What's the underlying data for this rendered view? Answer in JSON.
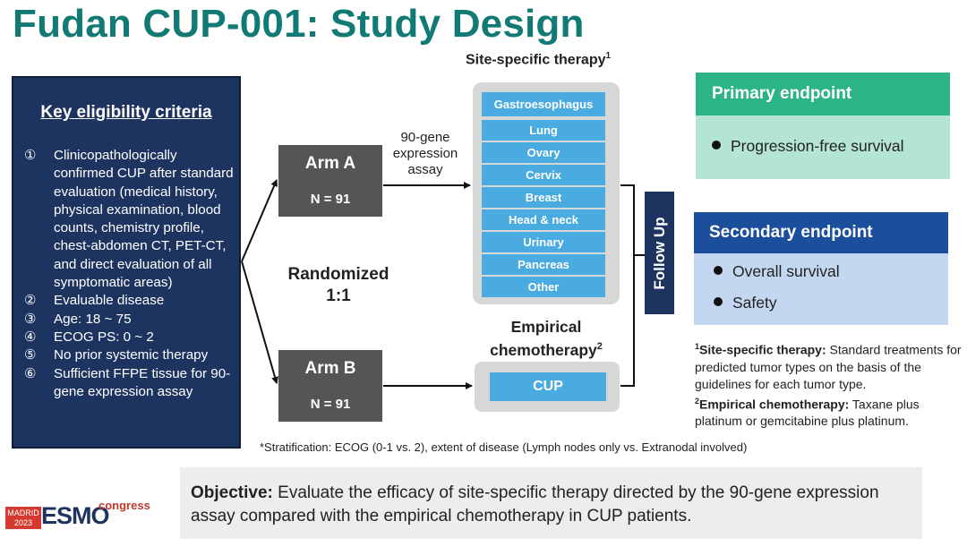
{
  "title": "Fudan CUP-001: Study Design",
  "eligibility": {
    "heading": "Key eligibility criteria",
    "criteria": [
      {
        "num": "①",
        "text": "Clinicopathologically confirmed CUP after standard evaluation (medical history, physical examination, blood counts, chemistry profile, chest-abdomen CT, PET-CT, and direct evaluation of all symptomatic areas)"
      },
      {
        "num": "②",
        "text": "Evaluable disease"
      },
      {
        "num": "③",
        "text": "Age: 18 ~ 75"
      },
      {
        "num": "④",
        "text": "ECOG PS: 0 ~ 2"
      },
      {
        "num": "⑤",
        "text": "No prior systemic therapy"
      },
      {
        "num": "⑥",
        "text": "Sufficient FFPE tissue for 90-gene expression assay"
      }
    ]
  },
  "randomized": {
    "line1": "Randomized",
    "line2": "1:1"
  },
  "arm_a": {
    "name": "Arm A",
    "n": "N = 91"
  },
  "arm_b": {
    "name": "Arm B",
    "n": "N = 91"
  },
  "assay_label": "90-gene expression assay",
  "site_specific": {
    "title": "Site-specific therapy",
    "sup": "1",
    "items": [
      "Gastroesophagus",
      "Lung",
      "Ovary",
      "Cervix",
      "Breast",
      "Head & neck",
      "Urinary",
      "Pancreas",
      "Other"
    ]
  },
  "empirical": {
    "title": "Empirical chemotherapy",
    "sup": "2",
    "item": "CUP"
  },
  "follow_up": "Follow Up",
  "primary_endpoint": {
    "heading": "Primary endpoint",
    "items": [
      "Progression-free survival"
    ]
  },
  "secondary_endpoint": {
    "heading": "Secondary endpoint",
    "items": [
      "Overall survival",
      "Safety"
    ]
  },
  "footnotes": [
    {
      "sup": "1",
      "term": "Site-specific therapy:",
      "text": " Standard treatments for predicted tumor types on the basis of the guidelines for each tumor type."
    },
    {
      "sup": "2",
      "term": "Empirical chemotherapy:",
      "text": " Taxane plus platinum or gemcitabine plus platinum."
    }
  ],
  "stratification": "*Stratification: ECOG (0-1 vs. 2), extent of disease (Lymph nodes only vs. Extranodal involved)",
  "objective": {
    "label": "Objective:",
    "text": " Evaluate the efficacy of site-specific therapy directed by the 90-gene expression assay compared with the empirical chemotherapy in CUP patients."
  },
  "logo": {
    "city": "MADRID",
    "year": "2023",
    "brand": "ESMO",
    "suffix": "congress"
  },
  "colors": {
    "title": "#127a74",
    "navy": "#1e3460",
    "teal": "#2db486",
    "blue": "#1b4f9c",
    "item_blue": "#4aabe0"
  }
}
